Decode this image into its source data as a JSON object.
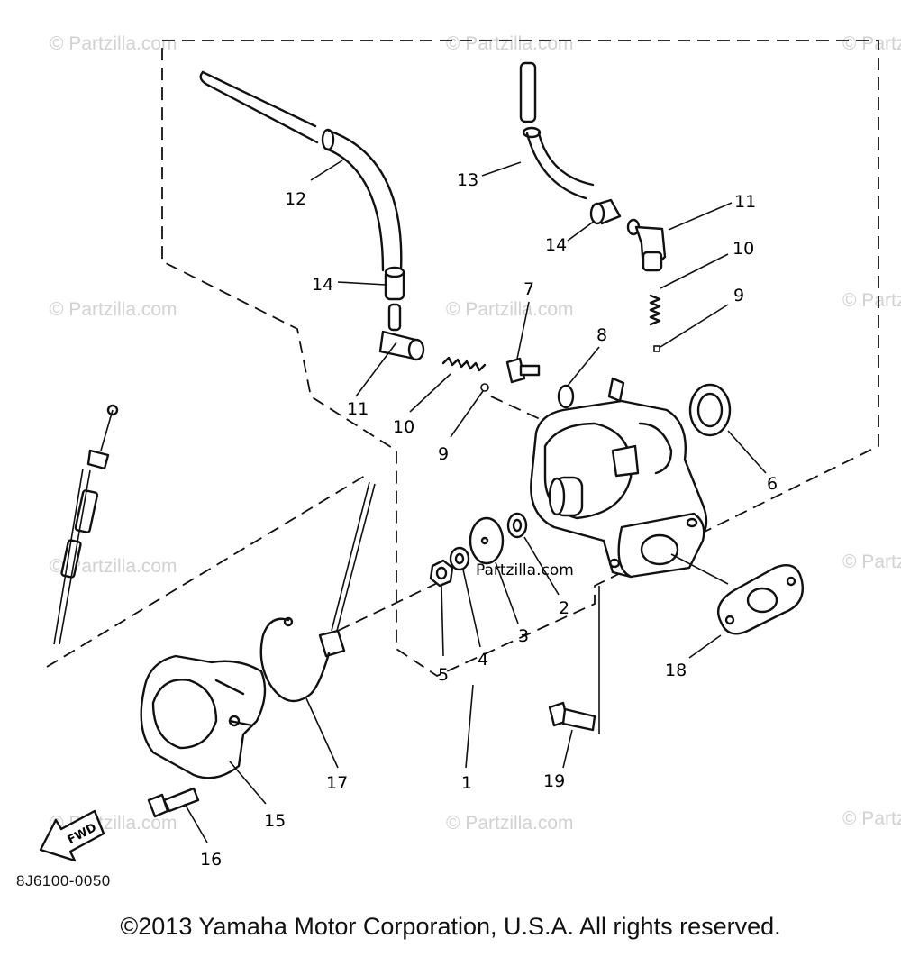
{
  "watermark": "© Partzilla.com",
  "center_watermark": "Partzilla.com",
  "fwd_label": "FWD",
  "drawing_code": "8J6100-0050",
  "copyright": "©2013 Yamaha Motor Corporation, U.S.A. All rights reserved.",
  "callouts": {
    "c1": "1",
    "c2": "2",
    "c3": "3",
    "c4": "4",
    "c5": "5",
    "c6": "6",
    "c7": "7",
    "c8": "8",
    "c9a": "9",
    "c9b": "9",
    "c10a": "10",
    "c10b": "10",
    "c11a": "11",
    "c11b": "11",
    "c12": "12",
    "c13": "13",
    "c14a": "14",
    "c14b": "14",
    "c15": "15",
    "c16": "16",
    "c17": "17",
    "c18": "18",
    "c19": "19"
  }
}
